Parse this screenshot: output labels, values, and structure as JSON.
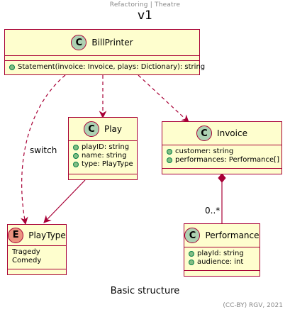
{
  "header": {
    "subtitle": "Refactoring | Theatre",
    "title": "v1"
  },
  "caption": "Basic structure",
  "credit": "(CC-BY) RGV, 2021",
  "classes": {
    "billprinter": {
      "badge": "C",
      "name": "BillPrinter",
      "methods": [
        "Statement(invoice: Invoice, plays: Dictionary): string"
      ]
    },
    "play": {
      "badge": "C",
      "name": "Play",
      "fields": [
        "playID: string",
        "name: string",
        "type: PlayType"
      ]
    },
    "invoice": {
      "badge": "C",
      "name": "Invoice",
      "fields": [
        "customer: string",
        "performances: Performance[]"
      ]
    },
    "playtype": {
      "badge": "E",
      "name": "PlayType",
      "values": [
        "Tragedy",
        "Comedy"
      ]
    },
    "performance": {
      "badge": "C",
      "name": "Performance",
      "fields": [
        "playId: string",
        "audience: int"
      ]
    }
  },
  "relations": {
    "switch_label": "switch",
    "multiplicity": "0..*"
  },
  "colors": {
    "class_fill": "#FEFECE",
    "border": "#A80036",
    "class_badge": "#ADD1B2",
    "enum_badge": "#EB937F",
    "public_dot": "#84BE84"
  }
}
